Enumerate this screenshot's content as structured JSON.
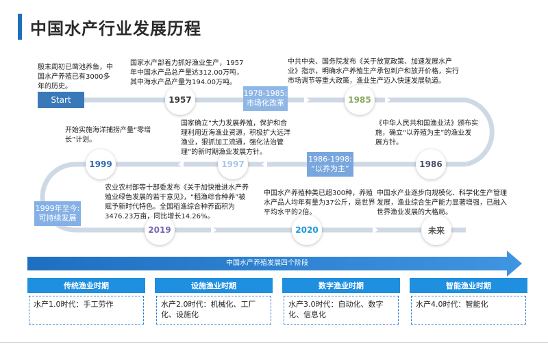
{
  "title": "中国水产行业发展历程",
  "start_label": "Start",
  "start_note": "殷末周初已凿池养鱼，中国水产养殖已有3000多年的历史。",
  "nodes": [
    {
      "year": "1957",
      "color": "#3a3a3a",
      "note": "国家水产部着力抓好渔业生产，1957年中国水产品总产量达312.00万吨，其中海水产品产量为194.00万吨。"
    },
    {
      "year": "1985",
      "color": "#8aa85a",
      "note": "中共中央、国务院发布《关于放宽政策、加速发展水产业》指示，明确水产养殖生产承包到户和放开价格，实行市场调节等重大政策，渔业生产迈入快速发展轨道。"
    },
    {
      "year": "1986",
      "color": "#4a4f6a",
      "note": "《中华人民共和国渔业法》颁布实施，确立“以养殖为主”的渔业发展方针。"
    },
    {
      "year": "1997",
      "color": "#a9c5e8",
      "note": "国家确立“大力发展养殖，保护和合理利用近海渔业资源，积极扩大远洋渔业，狠抓加工流通，强化法治管理”的新时期渔业发展方针。"
    },
    {
      "year": "1999",
      "color": "#2e66b3",
      "note": "开始实施海洋捕捞产量“零增长”计划。"
    },
    {
      "year": "2019",
      "color": "#7a63b5",
      "note": "农业农村部等十部委发布《关于加快推进水产养殖业绿色发展的若干意见》，“稻渔综合种养”被赋予新时代特色。全国稻渔综合种养面积为3476.23万亩，同比增长14.26%。"
    },
    {
      "year": "2020",
      "color": "#1f9ad6",
      "note": "中国水产养殖种类已超300种，养殖水产品人均年有量为37公斤，是世界平均水平的2倍。"
    },
    {
      "year": "未来",
      "color": "#555555",
      "note": "中国水产业逐步向规模化、科学化生产管理发展，渔业综合生产能力显著增强，已融入世界渔业发展的大格局。"
    }
  ],
  "eras": [
    {
      "line1": "1978-1985:",
      "line2": "市场化改革"
    },
    {
      "line1": "1986-1998:",
      "line2": "“以养为主”"
    },
    {
      "line1": "1999年至今:",
      "line2": "可持续发展"
    }
  ],
  "stage_arrow_label": "中国水产养殖发展四个阶段",
  "stages": [
    {
      "name": "传统渔业时期",
      "desc": "水产1.0时代：手工劳作"
    },
    {
      "name": "设施渔业时期",
      "desc": "水产2.0时代：机械化、工厂化、设施化"
    },
    {
      "name": "数字渔业时期",
      "desc": "水产3.0时代：自动化、数字化、信息化"
    },
    {
      "name": "智能渔业时期",
      "desc": "水产4.0时代：智能化"
    }
  ],
  "colors": {
    "accent": "#1f6fbf",
    "track": "#3a79b8",
    "stage_head": "#1f8fe0"
  }
}
